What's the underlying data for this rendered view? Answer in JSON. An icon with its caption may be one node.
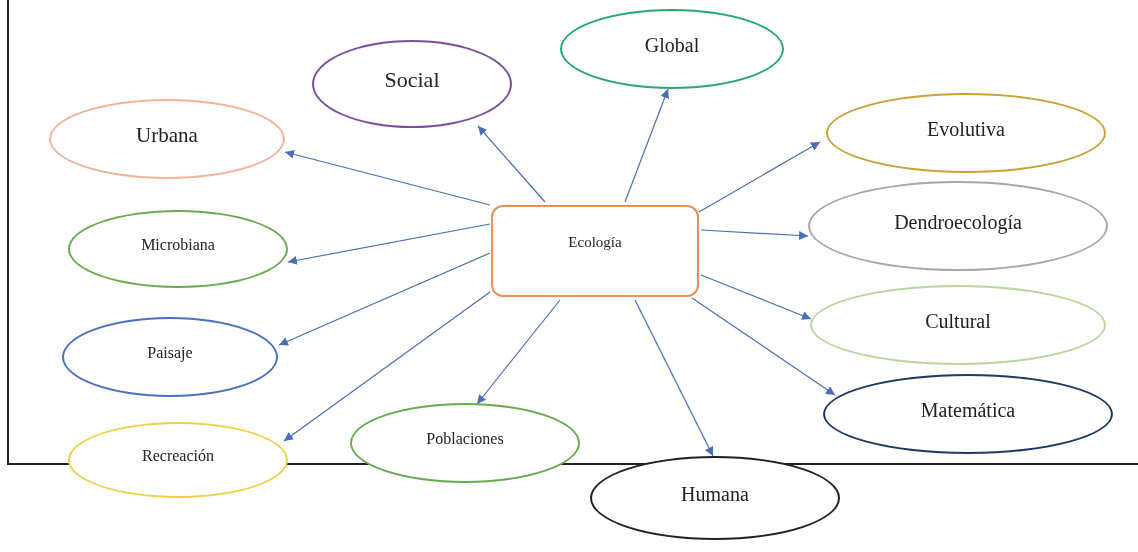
{
  "diagram": {
    "nodes": [
      {
        "text": [
          "Ecología"
        ]
      },
      {
        "text": [
          "Social"
        ]
      },
      {
        "text": [
          "Global"
        ]
      },
      {
        "text": [
          "Urbana"
        ]
      },
      {
        "text": [
          "Evolutiva"
        ]
      },
      {
        "text": [
          "Microbiana"
        ]
      },
      {
        "text": [
          "Dendroecología"
        ]
      },
      {
        "text": [
          "Paisaje"
        ]
      },
      {
        "text": [
          "Cultural"
        ]
      },
      {
        "text": [
          "Recreación"
        ]
      },
      {
        "text": [
          "Poblaciones"
        ]
      },
      {
        "text": [
          "Matemática"
        ]
      },
      {
        "text": [
          "Humana"
        ]
      }
    ],
    "edges": [
      {
        "from": 0,
        "to": 1,
        "arrow": "to"
      },
      {
        "from": 0,
        "to": 2,
        "arrow": "to"
      },
      {
        "from": 0,
        "to": 3,
        "arrow": "to"
      },
      {
        "from": 0,
        "to": 4,
        "arrow": "to"
      },
      {
        "from": 0,
        "to": 5,
        "arrow": "to"
      },
      {
        "from": 0,
        "to": 6,
        "arrow": "to"
      },
      {
        "from": 0,
        "to": 7,
        "arrow": "to"
      },
      {
        "from": 0,
        "to": 8,
        "arrow": "to"
      },
      {
        "from": 0,
        "to": 9,
        "arrow": "to"
      },
      {
        "from": 0,
        "to": 10,
        "arrow": "to"
      },
      {
        "from": 0,
        "to": 11,
        "arrow": "to"
      },
      {
        "from": 0,
        "to": 12,
        "arrow": "to"
      }
    ]
  }
}
